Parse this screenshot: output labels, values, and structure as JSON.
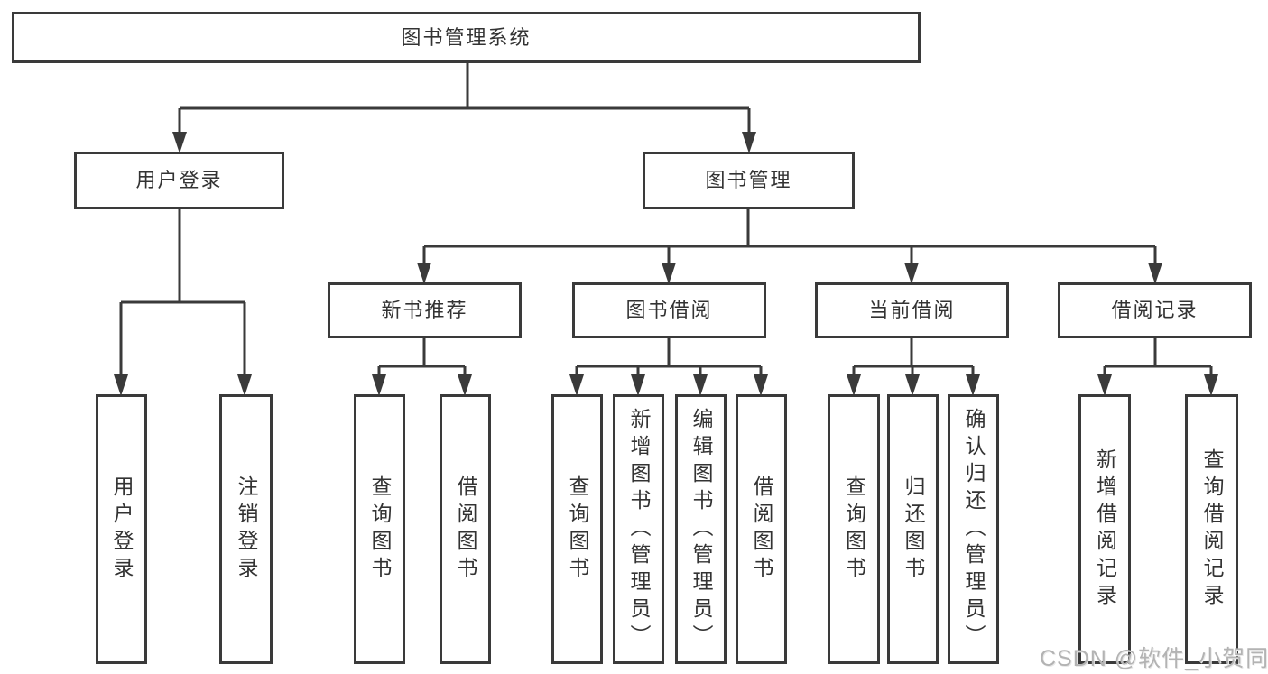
{
  "colors": {
    "line": "#3a3a3a",
    "text": "#333333",
    "background": "#ffffff",
    "watermark": "#b3b3b3"
  },
  "nodes": {
    "root": {
      "label": "图书管理系统"
    },
    "level1": [
      {
        "label": "用户登录"
      },
      {
        "label": "图书管理"
      }
    ],
    "level2": [
      {
        "label": "新书推荐",
        "parent": "图书管理"
      },
      {
        "label": "图书借阅",
        "parent": "图书管理"
      },
      {
        "label": "当前借阅",
        "parent": "图书管理"
      },
      {
        "label": "借阅记录",
        "parent": "图书管理"
      }
    ],
    "level3": [
      {
        "label": "用户登录",
        "parent": "用户登录"
      },
      {
        "label": "注销登录",
        "parent": "用户登录"
      },
      {
        "label": "查询图书",
        "parent": "新书推荐"
      },
      {
        "label": "借阅图书",
        "parent": "新书推荐"
      },
      {
        "label": "查询图书",
        "parent": "图书借阅"
      },
      {
        "label": "新增图书（管理员）",
        "parent": "图书借阅"
      },
      {
        "label": "编辑图书（管理员）",
        "parent": "图书借阅"
      },
      {
        "label": "借阅图书",
        "parent": "图书借阅"
      },
      {
        "label": "查询图书",
        "parent": "当前借阅"
      },
      {
        "label": "归还图书",
        "parent": "当前借阅"
      },
      {
        "label": "确认归还（管理员）",
        "parent": "当前借阅"
      },
      {
        "label": "新增借阅记录",
        "parent": "借阅记录"
      },
      {
        "label": "查询借阅记录",
        "parent": "借阅记录"
      }
    ]
  },
  "watermark": {
    "text": "CSDN @软件_小贺同学"
  }
}
